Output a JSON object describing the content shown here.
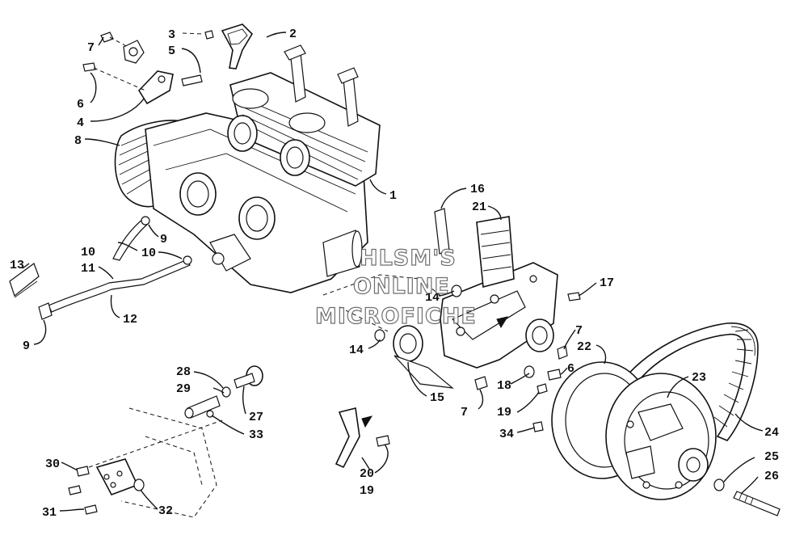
{
  "watermark": {
    "line1": "HLSM'S",
    "line2": "ONLINE",
    "line3": "MICROFICHE"
  },
  "callouts": [
    {
      "id": "c1",
      "text": "1"
    },
    {
      "id": "c2",
      "text": "2"
    },
    {
      "id": "c3",
      "text": "3"
    },
    {
      "id": "c4",
      "text": "4"
    },
    {
      "id": "c5",
      "text": "5"
    },
    {
      "id": "c6a",
      "text": "6"
    },
    {
      "id": "c6b",
      "text": "6"
    },
    {
      "id": "c7a",
      "text": "7"
    },
    {
      "id": "c7b",
      "text": "7"
    },
    {
      "id": "c7c",
      "text": "7"
    },
    {
      "id": "c8",
      "text": "8"
    },
    {
      "id": "c9a",
      "text": "9"
    },
    {
      "id": "c9b",
      "text": "9"
    },
    {
      "id": "c10a",
      "text": "10"
    },
    {
      "id": "c10b",
      "text": "10"
    },
    {
      "id": "c11",
      "text": "11"
    },
    {
      "id": "c12",
      "text": "12"
    },
    {
      "id": "c13",
      "text": "13"
    },
    {
      "id": "c14a",
      "text": "14"
    },
    {
      "id": "c14b",
      "text": "14"
    },
    {
      "id": "c15",
      "text": "15"
    },
    {
      "id": "c16",
      "text": "16"
    },
    {
      "id": "c17",
      "text": "17"
    },
    {
      "id": "c18",
      "text": "18"
    },
    {
      "id": "c19a",
      "text": "19"
    },
    {
      "id": "c19b",
      "text": "19"
    },
    {
      "id": "c20",
      "text": "20"
    },
    {
      "id": "c21",
      "text": "21"
    },
    {
      "id": "c22",
      "text": "22"
    },
    {
      "id": "c23",
      "text": "23"
    },
    {
      "id": "c24",
      "text": "24"
    },
    {
      "id": "c25",
      "text": "25"
    },
    {
      "id": "c26",
      "text": "26"
    },
    {
      "id": "c27",
      "text": "27"
    },
    {
      "id": "c28",
      "text": "28"
    },
    {
      "id": "c29",
      "text": "29"
    },
    {
      "id": "c30",
      "text": "30"
    },
    {
      "id": "c31",
      "text": "31"
    },
    {
      "id": "c32",
      "text": "32"
    },
    {
      "id": "c33",
      "text": "33"
    },
    {
      "id": "c34",
      "text": "34"
    }
  ]
}
